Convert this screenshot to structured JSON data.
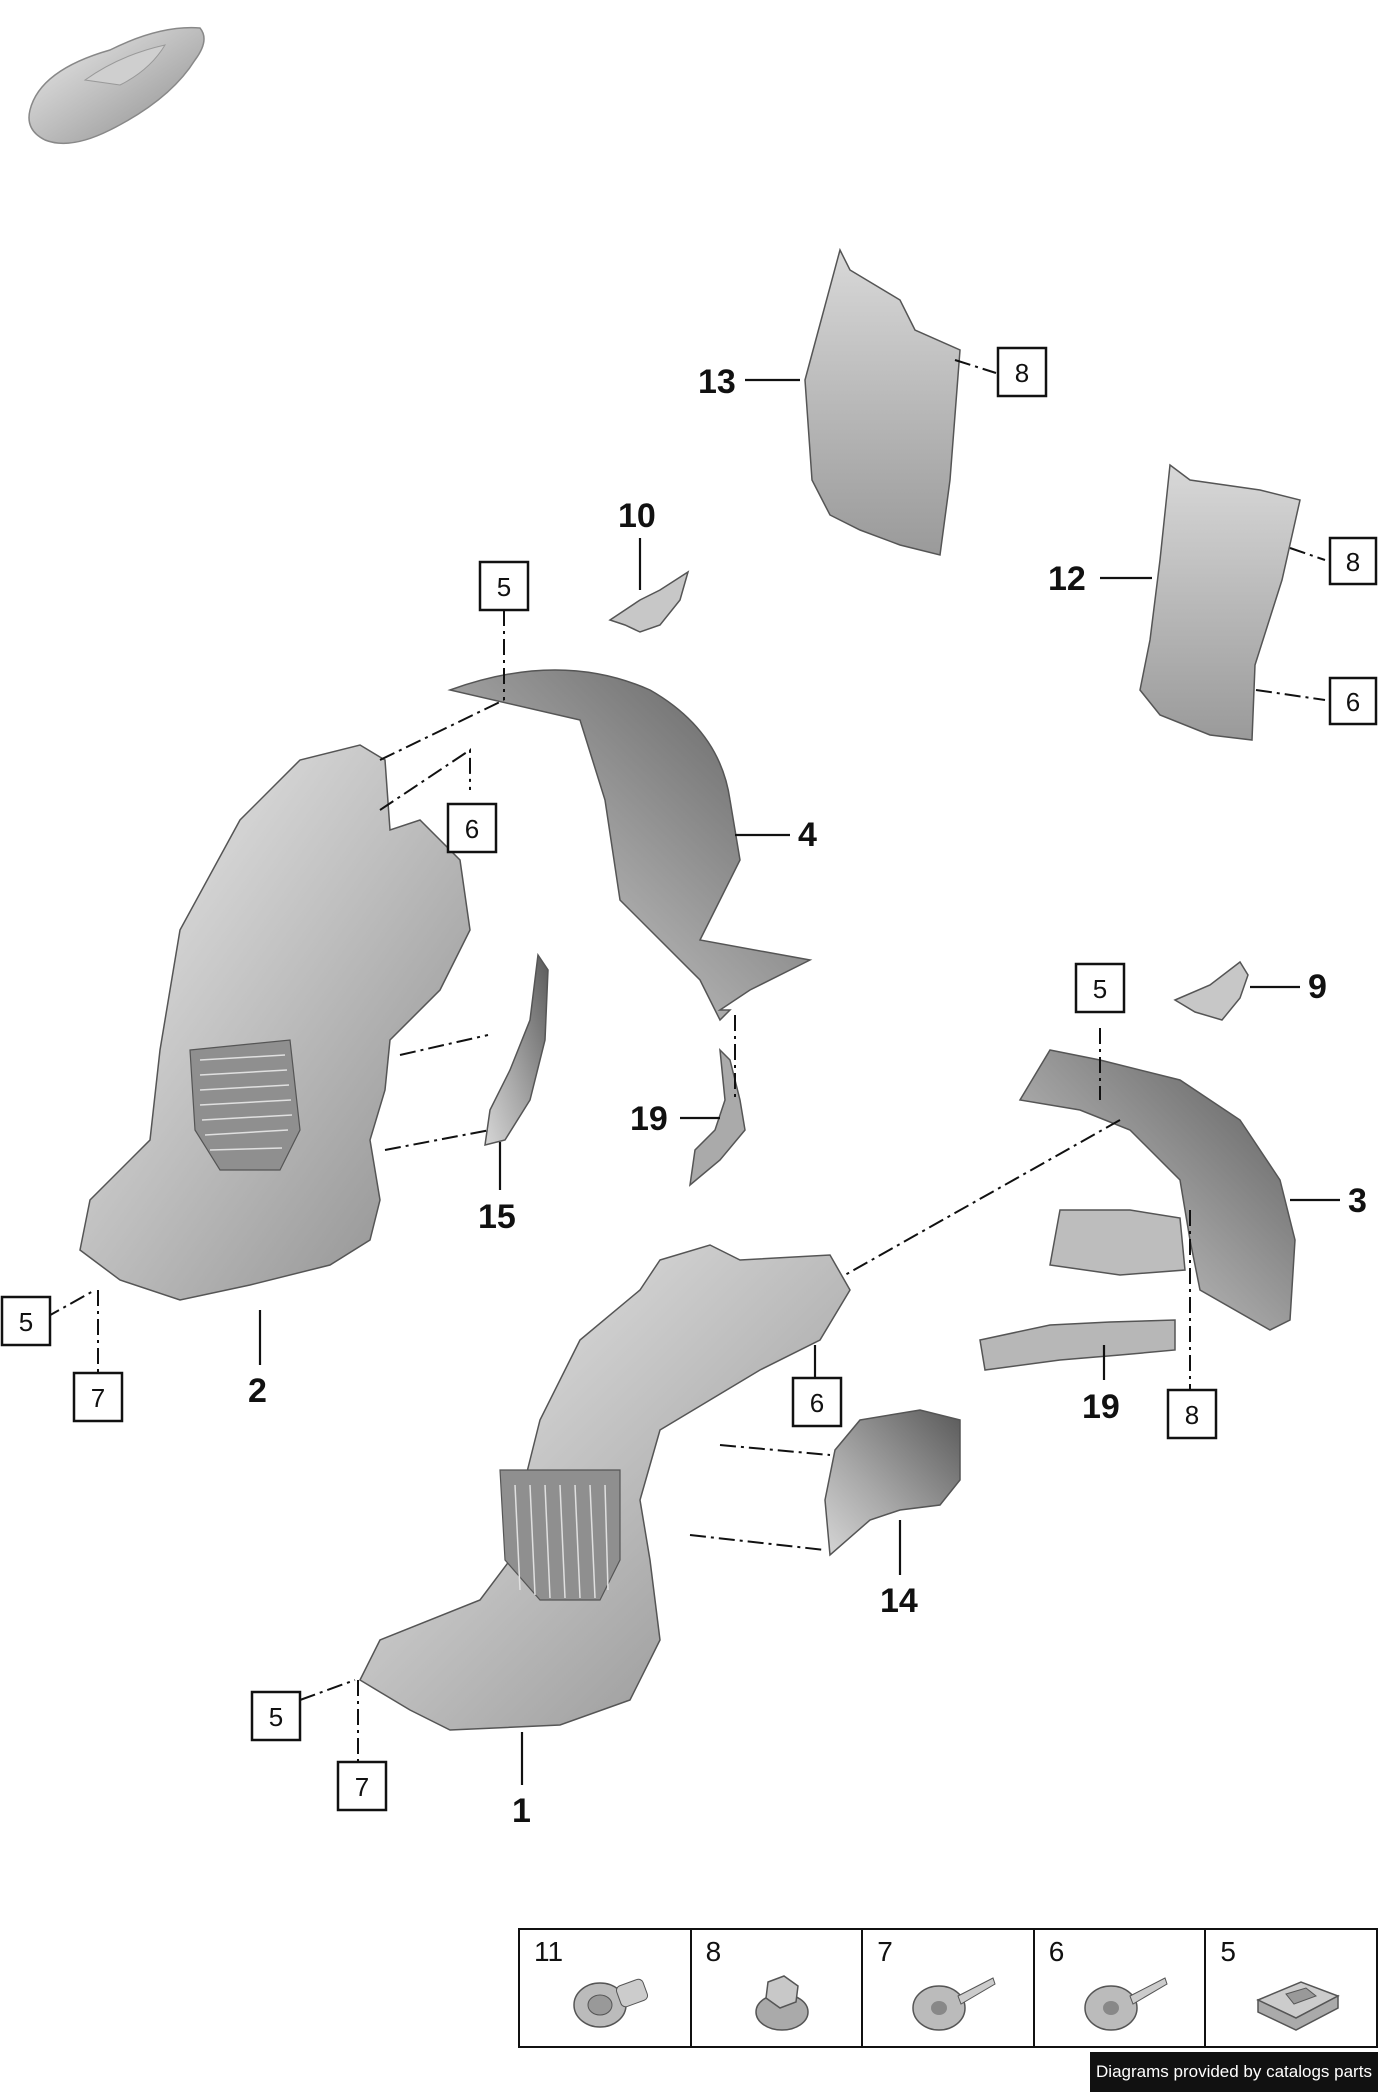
{
  "callouts": {
    "p1": "1",
    "p2": "2",
    "p3": "3",
    "p4": "4",
    "p9": "9",
    "p10": "10",
    "p12": "12",
    "p13": "13",
    "p14": "14",
    "p15": "15",
    "p19a": "19",
    "p19b": "19"
  },
  "boxed_callouts": {
    "b8_13": "8",
    "b5_top": "5",
    "b6_top": "6",
    "b8_12": "8",
    "b6_12": "6",
    "b5_3": "5",
    "b8_3": "8",
    "b6_1": "6",
    "b5_2": "5",
    "b7_2": "7",
    "b5_1": "5",
    "b7_1": "7"
  },
  "legend": {
    "cells": [
      {
        "number": "11",
        "icon": "clip-rivet-icon"
      },
      {
        "number": "8",
        "icon": "hex-nut-icon"
      },
      {
        "number": "7",
        "icon": "screw-icon"
      },
      {
        "number": "6",
        "icon": "screw-icon"
      },
      {
        "number": "5",
        "icon": "spring-nut-icon"
      }
    ]
  },
  "footer": "Diagrams provided by catalogs parts",
  "colors": {
    "part_fill": "#c9c9c9",
    "part_dark": "#6d6d6d",
    "line": "#111111",
    "footer_bg": "#111111"
  }
}
